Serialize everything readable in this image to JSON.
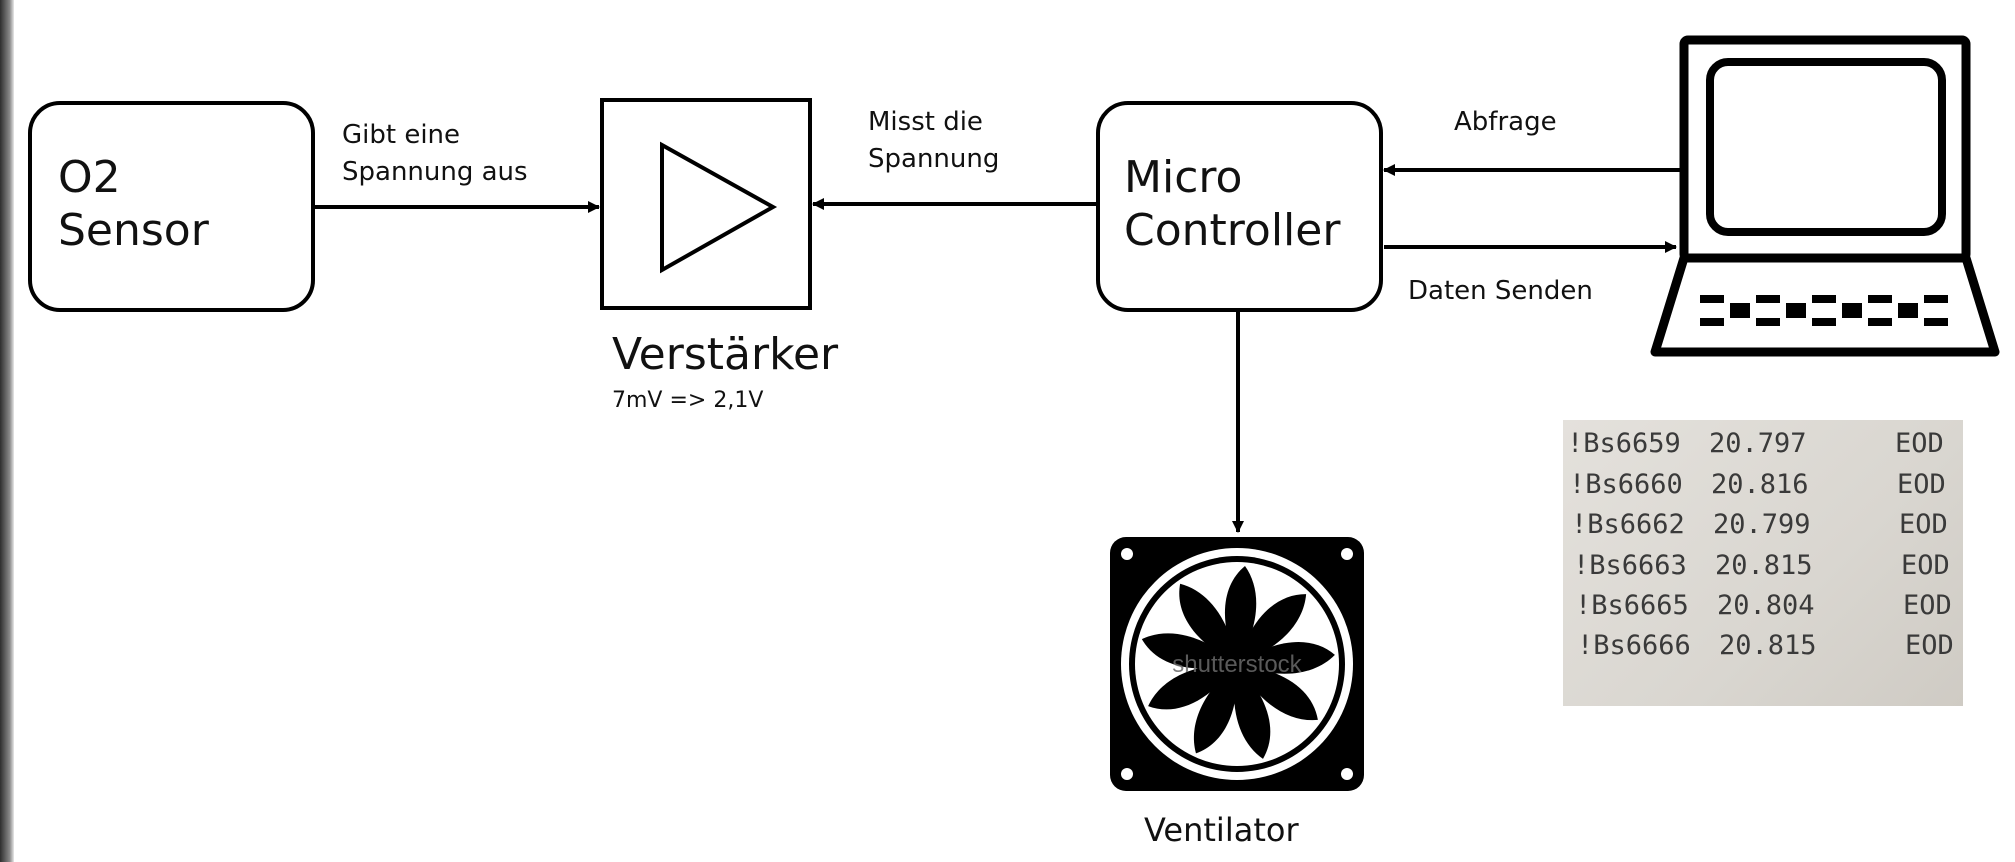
{
  "nodes": {
    "o2_sensor": {
      "line1": "O2",
      "line2": "Sensor"
    },
    "amplifier": {
      "label": "Verstärker",
      "gain": "7mV => 2,1V"
    },
    "micro_controller": {
      "line1": "Micro",
      "line2": "Controller"
    },
    "fan": {
      "label": "Ventilator",
      "watermark": "shutterstock"
    }
  },
  "edges": {
    "sensor_to_amp": {
      "line1": "Gibt eine",
      "line2": "Spannung aus"
    },
    "mc_to_amp": {
      "line1": "Misst die",
      "line2": "Spannung"
    },
    "pc_to_mc": {
      "label": "Abfrage"
    },
    "mc_to_pc": {
      "label": "Daten Senden"
    }
  },
  "icons": {
    "amplifier": "amplifier-triangle-icon",
    "computer": "computer-icon",
    "fan": "fan-icon"
  },
  "readout": {
    "rows": [
      {
        "id": "!Bs6659",
        "value": "20.797",
        "end": "EOD"
      },
      {
        "id": "!Bs6660",
        "value": "20.816",
        "end": "EOD"
      },
      {
        "id": "!Bs6662",
        "value": "20.799",
        "end": "EOD"
      },
      {
        "id": "!Bs6663",
        "value": "20.815",
        "end": "EOD"
      },
      {
        "id": "!Bs6665",
        "value": "20.804",
        "end": "EOD"
      },
      {
        "id": "!Bs6666",
        "value": "20.815",
        "end": "EOD"
      }
    ]
  }
}
